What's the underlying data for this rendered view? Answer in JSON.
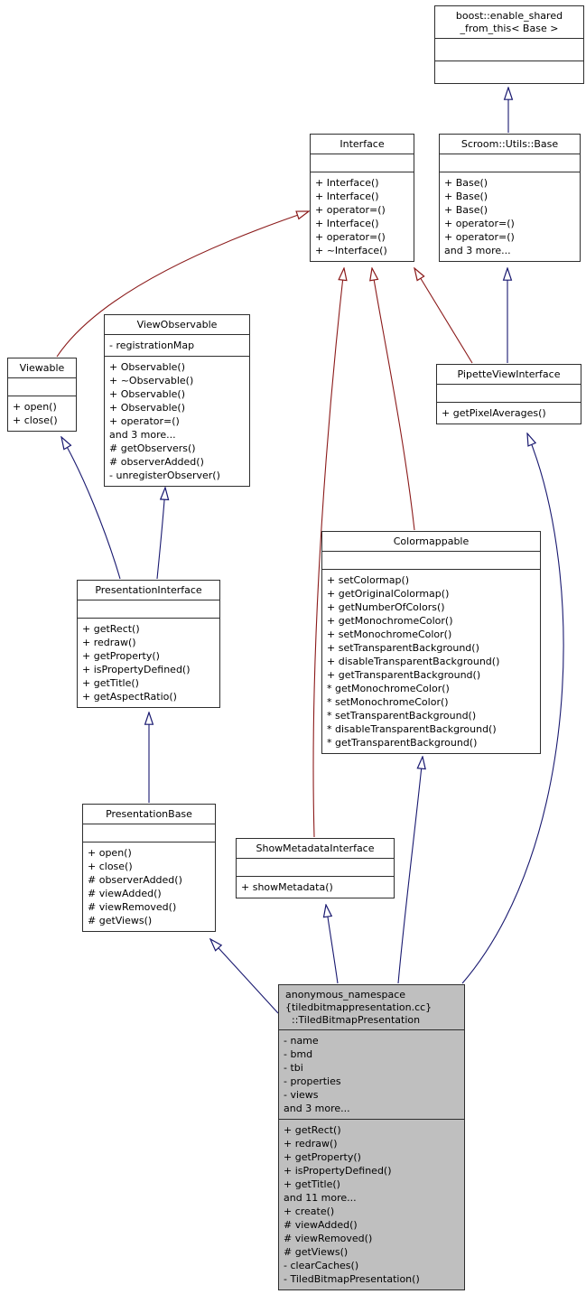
{
  "diagram": {
    "type": "uml-inheritance-graph",
    "colors": {
      "public_inheritance_edge": "#191970",
      "virtual_inheritance_edge": "#8B1A1A",
      "node_fill": "#ffffff",
      "current_node_fill": "#bfbfbf",
      "node_border": "#2e2e2e"
    },
    "nodes": {
      "boost_enable_shared": {
        "title": "boost::enable_shared\n_from_this< Base >",
        "attributes": [],
        "methods": []
      },
      "interface": {
        "title": "Interface",
        "attributes": [],
        "methods": [
          "+ Interface()",
          "+ Interface()",
          "+ operator=()",
          "+ Interface()",
          "+ operator=()",
          "+ ~Interface()"
        ]
      },
      "scroom_utils_base": {
        "title": "Scroom::Utils::Base",
        "attributes": [],
        "methods": [
          "+ Base()",
          "+ Base()",
          "+ Base()",
          "+ operator=()",
          "+ operator=()",
          "and 3 more..."
        ]
      },
      "viewable": {
        "title": "Viewable",
        "attributes": [],
        "methods": [
          "+ open()",
          "+ close()"
        ]
      },
      "view_observable": {
        "title": "ViewObservable",
        "attributes": [
          "- registrationMap"
        ],
        "methods": [
          "+ Observable()",
          "+ ~Observable()",
          "+ Observable()",
          "+ Observable()",
          "+ operator=()",
          "and 3 more...",
          "# getObservers()",
          "# observerAdded()",
          "- unregisterObserver()"
        ]
      },
      "pipette_view_interface": {
        "title": "PipetteViewInterface",
        "attributes": [],
        "methods": [
          "+ getPixelAverages()"
        ]
      },
      "colormappable": {
        "title": "Colormappable",
        "attributes": [],
        "methods": [
          "+ setColormap()",
          "+ getOriginalColormap()",
          "+ getNumberOfColors()",
          "+ getMonochromeColor()",
          "+ setMonochromeColor()",
          "+ setTransparentBackground()",
          "+ disableTransparentBackground()",
          "+ getTransparentBackground()",
          "* getMonochromeColor()",
          "* setMonochromeColor()",
          "* setTransparentBackground()",
          "* disableTransparentBackground()",
          "* getTransparentBackground()"
        ]
      },
      "presentation_interface": {
        "title": "PresentationInterface",
        "attributes": [],
        "methods": [
          "+ getRect()",
          "+ redraw()",
          "+ getProperty()",
          "+ isPropertyDefined()",
          "+ getTitle()",
          "+ getAspectRatio()"
        ]
      },
      "presentation_base": {
        "title": "PresentationBase",
        "attributes": [],
        "methods": [
          "+ open()",
          "+ close()",
          "# observerAdded()",
          "# viewAdded()",
          "# viewRemoved()",
          "# getViews()"
        ]
      },
      "show_metadata_interface": {
        "title": "ShowMetadataInterface",
        "attributes": [],
        "methods": [
          "+ showMetadata()"
        ]
      },
      "tiled_bitmap_presentation": {
        "title": "anonymous_namespace\n{tiledbitmappresentation.cc}\n  ::TiledBitmapPresentation",
        "attributes": [
          "- name",
          "- bmd",
          "- tbi",
          "- properties",
          "- views",
          "and 3 more..."
        ],
        "methods": [
          "+ getRect()",
          "+ redraw()",
          "+ getProperty()",
          "+ isPropertyDefined()",
          "+ getTitle()",
          "and 11 more...",
          "+ create()",
          "# viewAdded()",
          "# viewRemoved()",
          "# getViews()",
          "- clearCaches()",
          "- TiledBitmapPresentation()"
        ]
      }
    },
    "edges": [
      {
        "from": "scroom_utils_base",
        "to": "boost_enable_shared",
        "style": "public"
      },
      {
        "from": "pipette_view_interface",
        "to": "scroom_utils_base",
        "style": "public"
      },
      {
        "from": "presentation_interface",
        "to": "viewable",
        "style": "public"
      },
      {
        "from": "presentation_interface",
        "to": "view_observable",
        "style": "public"
      },
      {
        "from": "presentation_base",
        "to": "presentation_interface",
        "style": "public"
      },
      {
        "from": "tiled_bitmap_presentation",
        "to": "presentation_base",
        "style": "public"
      },
      {
        "from": "tiled_bitmap_presentation",
        "to": "show_metadata_interface",
        "style": "public"
      },
      {
        "from": "tiled_bitmap_presentation",
        "to": "colormappable",
        "style": "public"
      },
      {
        "from": "tiled_bitmap_presentation",
        "to": "pipette_view_interface",
        "style": "public"
      },
      {
        "from": "viewable",
        "to": "interface",
        "style": "virtual"
      },
      {
        "from": "show_metadata_interface",
        "to": "interface",
        "style": "virtual"
      },
      {
        "from": "colormappable",
        "to": "interface",
        "style": "virtual"
      },
      {
        "from": "pipette_view_interface",
        "to": "interface",
        "style": "virtual"
      }
    ]
  }
}
